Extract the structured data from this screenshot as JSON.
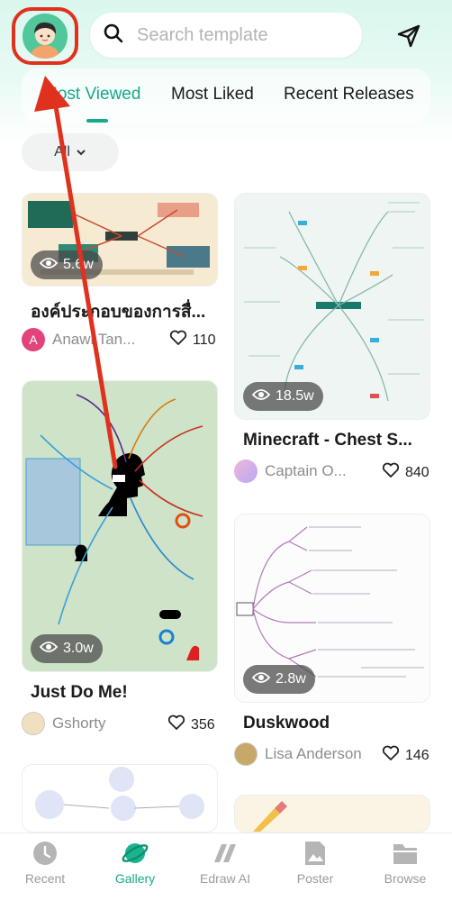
{
  "header": {
    "search_placeholder": "Search template",
    "avatar_icon": "user-avatar-icon",
    "send_icon": "paper-plane-icon"
  },
  "tabs": [
    {
      "label": "Most Viewed",
      "active": true
    },
    {
      "label": "Most Liked",
      "active": false
    },
    {
      "label": "Recent Releases",
      "active": false
    }
  ],
  "filter": {
    "label": "All"
  },
  "cards": [
    {
      "title": "องค์ประกอบของการสื่...",
      "views": "5.6w",
      "author": "Anawi Tan...",
      "author_initial": "A",
      "likes": "110"
    },
    {
      "title": "Minecraft - Chest S...",
      "views": "18.5w",
      "author": "Captain O...",
      "likes": "840"
    },
    {
      "title": "Just Do Me!",
      "views": "3.0w",
      "author": "Gshorty",
      "likes": "356"
    },
    {
      "title": "Duskwood",
      "views": "2.8w",
      "author": "Lisa Anderson",
      "likes": "146"
    }
  ],
  "nav": [
    {
      "label": "Recent",
      "icon": "clock-icon"
    },
    {
      "label": "Gallery",
      "icon": "planet-icon",
      "active": true
    },
    {
      "label": "Edraw AI",
      "icon": "edraw-ai-icon"
    },
    {
      "label": "Poster",
      "icon": "poster-icon"
    },
    {
      "label": "Browse",
      "icon": "folder-icon"
    }
  ],
  "colors": {
    "accent": "#17a98a",
    "annotation": "#e0311f"
  }
}
